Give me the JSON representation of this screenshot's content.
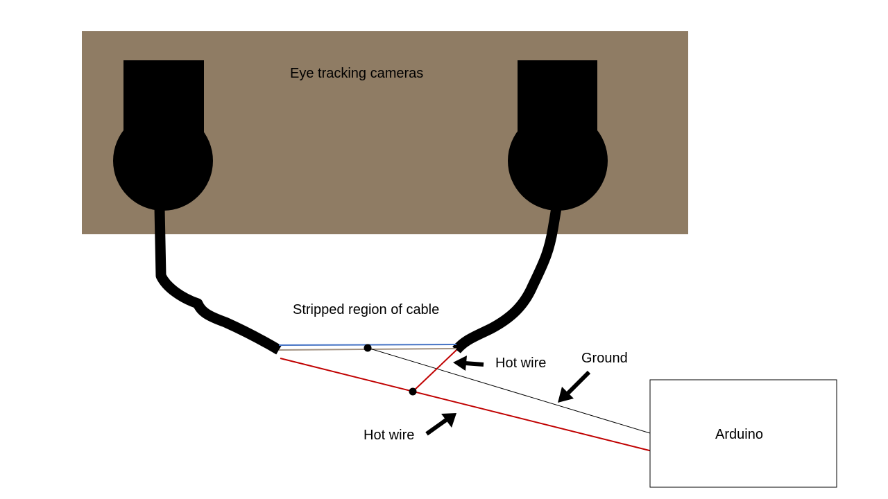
{
  "title": "Eye tracking cameras",
  "labels": {
    "stripped": "Stripped region of cable",
    "hot_wire_upper": "Hot wire",
    "hot_wire_lower": "Hot wire",
    "ground": "Ground",
    "arduino": "Arduino"
  },
  "colors": {
    "panel": "#8f7c64",
    "camera": "#000000",
    "hot_wire": "#c00000",
    "ground_wire": "#000000",
    "cable_blue_strand": "#4472c4",
    "cable_grey_strand": "#a09080",
    "arduino_border": "#000000"
  },
  "icons": {
    "left_camera": "camera-icon",
    "right_camera": "camera-icon",
    "arrows": "arrow-icon"
  }
}
